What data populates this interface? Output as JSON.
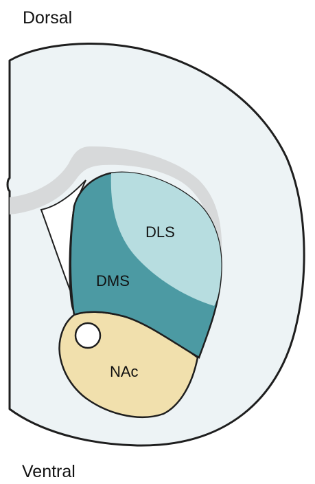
{
  "orientation": {
    "top_label": "Dorsal",
    "bottom_label": "Ventral"
  },
  "regions": {
    "dls": "DLS",
    "dms": "DMS",
    "nac": "NAc"
  },
  "colors": {
    "hemisphere_fill": "#edf3f5",
    "outline": "#1e1e1e",
    "corpus_callosum": "#d7d9da",
    "dms": "#4c9aa3",
    "dls": "#b7dde0",
    "nac": "#f1e0ad",
    "ventricle": "#ffffff"
  }
}
